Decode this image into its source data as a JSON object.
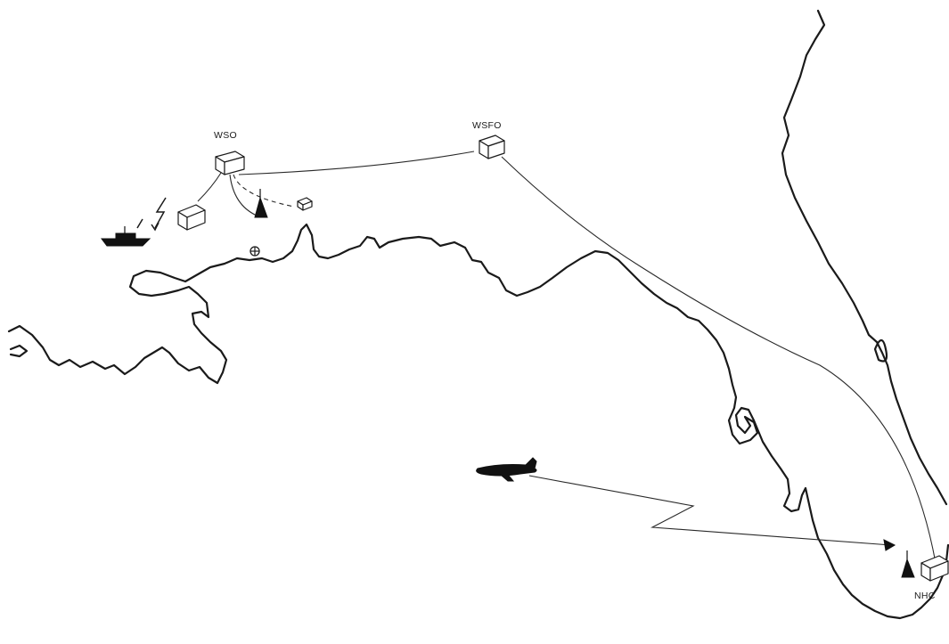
{
  "figure": {
    "labels": {
      "wso": "WSO",
      "wsfo": "WSFO",
      "nhc": "NHC"
    },
    "icons": {
      "office_building": "office-box-icon",
      "radar": "radar-tower-icon",
      "aircraft": "reconnaissance-aircraft-icon",
      "ship": "ship-icon",
      "radio_signal": "lightning-signal-icon",
      "buoy": "buoy-icon"
    },
    "colors": {
      "ink": "#1a1a1a",
      "background": "#ffffff"
    }
  }
}
